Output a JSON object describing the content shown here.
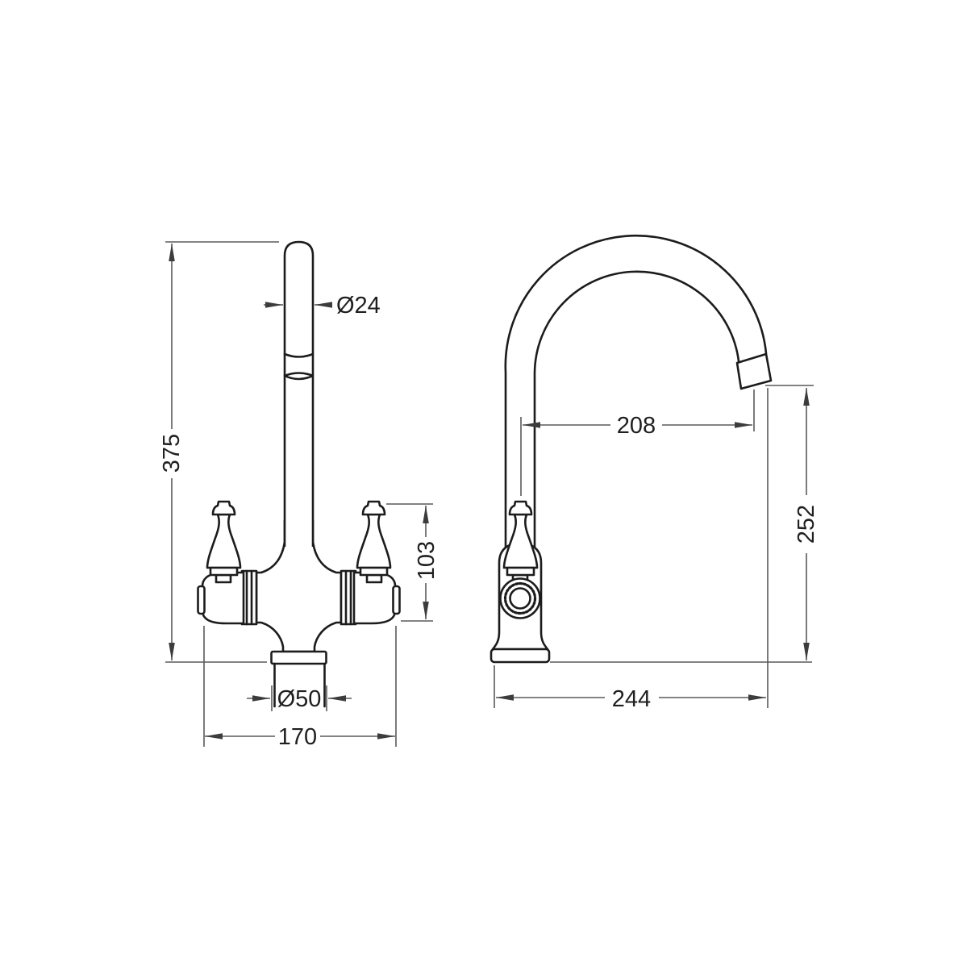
{
  "drawing": {
    "front_view": {
      "overall_height": "375",
      "spout_diameter": "Ø24",
      "handle_height": "103",
      "base_diameter": "Ø50",
      "body_width": "170"
    },
    "side_view": {
      "spout_reach": "208",
      "outlet_height": "252",
      "overall_depth": "244"
    },
    "colors": {
      "background": "#ffffff",
      "outline": "#1c1c1c",
      "dimension_line": "#5a5a5a",
      "text": "#1f1f1f"
    }
  }
}
